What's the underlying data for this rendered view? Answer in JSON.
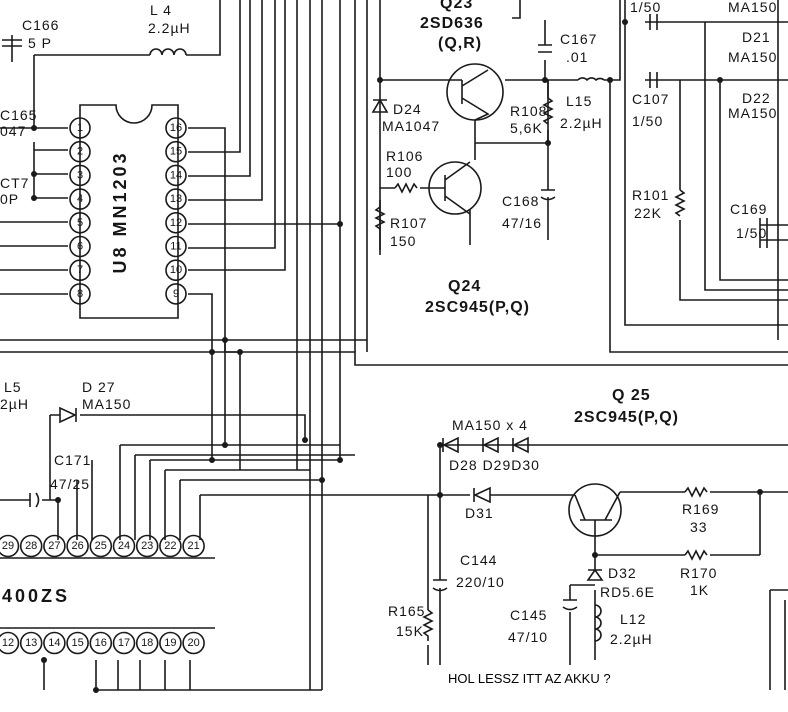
{
  "ic": {
    "label": "U8  MN1203",
    "left_pins": [
      "1",
      "2",
      "3",
      "4",
      "5",
      "6",
      "7",
      "8"
    ],
    "right_pins": [
      "16",
      "15",
      "14",
      "13",
      "12",
      "11",
      "10",
      "9"
    ]
  },
  "ic2": {
    "label": "400ZS",
    "top_pins": [
      "29",
      "28",
      "27",
      "26",
      "25",
      "24",
      "23",
      "22",
      "21"
    ],
    "bottom_pins": [
      "12",
      "13",
      "14",
      "15",
      "16",
      "17",
      "18",
      "19",
      "20"
    ]
  },
  "labels": {
    "c166_name": "C166",
    "c166_val": "5 P",
    "l4_name": "L 4",
    "l4_val": "2.2µH",
    "c165_name": "C165",
    "c165_val": "047",
    "c17_name": "CT7",
    "c17_val": "0P",
    "q23_name": "Q23",
    "q23_type": "2SD636",
    "q23_grade": "(Q,R)",
    "c167_name": "C167",
    "c167_val": ".01",
    "d24_name": "D24",
    "d24_type": "MA1047",
    "r108_name": "R108",
    "r108_val": "5,6K",
    "l15_name": "L15",
    "l15_val": "2.2µH",
    "r106_name": "R106",
    "r106_val": "100",
    "r107_name": "R107",
    "r107_val": "150",
    "c168_name": "C168",
    "c168_val": "47/16",
    "q24_name": "Q24",
    "q24_type": "2SC945(P,Q)",
    "c107_name": "C107",
    "c107_val": "1/50",
    "top_cap_val": "1/50",
    "d21_name": "D21",
    "d21_type": "MA150",
    "d22_name": "D22",
    "d22_type": "MA150",
    "top_right_type": "MA150",
    "r101_name": "R101",
    "r101_val": "22K",
    "c169_name": "C169",
    "c169_val": "1/50",
    "l5_name": "L5",
    "l5_val": "2µH",
    "d27_name": "D 27",
    "d27_type": "MA150",
    "c171_name": "C171",
    "c171_val": "47/25",
    "q25_name": "Q 25",
    "q25_type": "2SC945(P,Q)",
    "d28_group": "MA150 x 4",
    "d28_names": "D28 D29D30",
    "d31_name": "D31",
    "r169_name": "R169",
    "r169_val": "33",
    "r170_name": "R170",
    "r170_val": "1K",
    "c144_name": "C144",
    "c144_val": "220/10",
    "d32_name": "D32",
    "d32_type": "RD5.6E",
    "c145_name": "C145",
    "c145_val": "47/10",
    "l12_name": "L12",
    "l12_val": "2.2µH",
    "r165_name": "R165",
    "r165_val": "15K"
  },
  "note": "HOL LESSZ ITT AZ AKKU ?"
}
